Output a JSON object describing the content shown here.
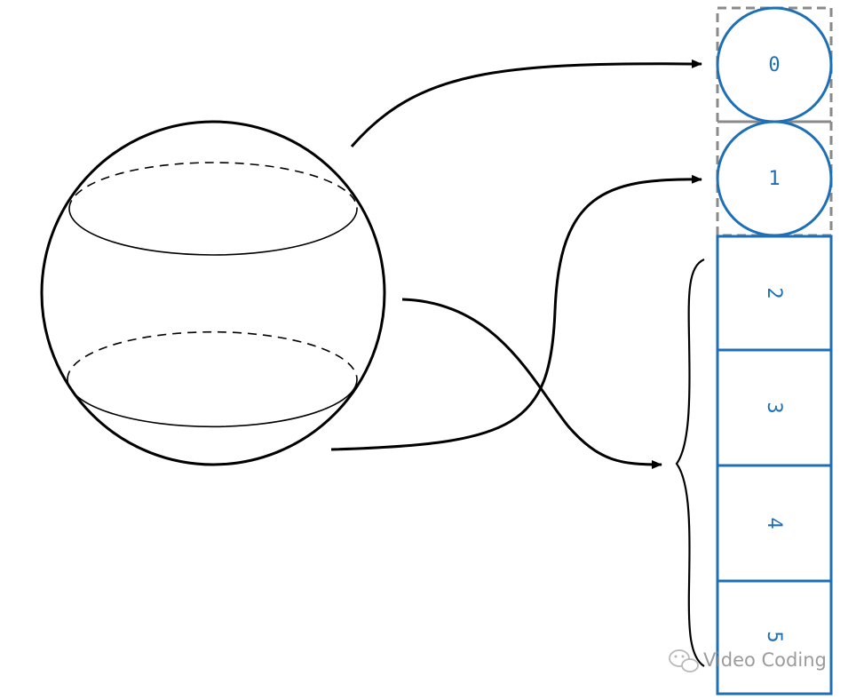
{
  "diagram": {
    "cubemap_faces": [
      {
        "label": "0",
        "shape": "circle",
        "dashed_frame": true
      },
      {
        "label": "1",
        "shape": "circle",
        "dashed_frame": true
      },
      {
        "label": "2",
        "shape": "square",
        "rotated": true
      },
      {
        "label": "3",
        "shape": "square",
        "rotated": true
      },
      {
        "label": "4",
        "shape": "square",
        "rotated": true
      },
      {
        "label": "5",
        "shape": "square",
        "rotated": true
      }
    ],
    "mapping": [
      {
        "from": "sphere-top-cap",
        "to": "0"
      },
      {
        "from": "sphere-bottom-cap",
        "to": "1"
      },
      {
        "from": "sphere-equator-band",
        "to": "2-5"
      }
    ]
  },
  "watermark": {
    "icon": "wechat-icon",
    "text": "Video Coding"
  },
  "colors": {
    "accent": "#1f6fb5",
    "stroke": "#000000",
    "dash_frame": "#8a8a8a"
  }
}
